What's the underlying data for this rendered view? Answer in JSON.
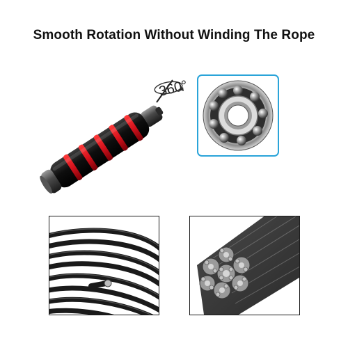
{
  "headline": {
    "text": "Smooth Rotation Without Winding The Rope"
  },
  "handle": {
    "rotation_label": "360°",
    "grip_color": "#111111",
    "stripe_color": "#d4121c",
    "cap_color": "#3a3a3a"
  },
  "bearing": {
    "frame_color": "#2aa4d9"
  },
  "icons": {
    "handle": "rope-handle-image",
    "bearing": "ball-bearing-image",
    "coiled_cable": "coiled-cable-image",
    "steel_strands": "steel-wire-strands-image"
  }
}
